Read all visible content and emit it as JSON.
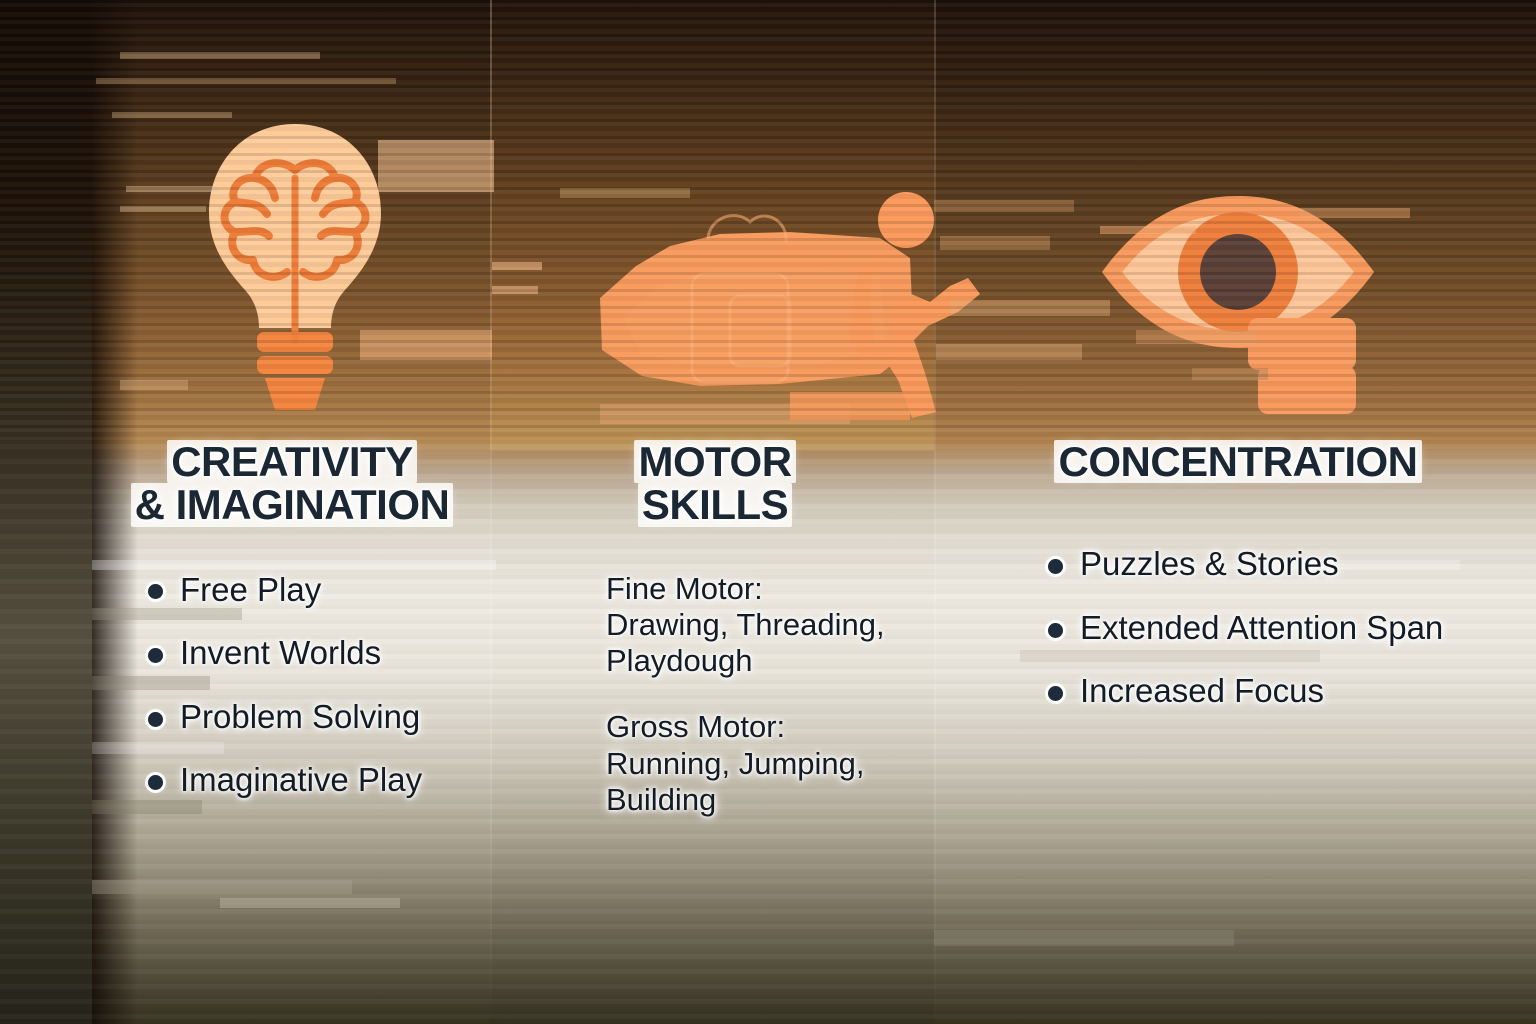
{
  "infographic": {
    "theme": {
      "accent_orange": "#f08a4b",
      "accent_orange_light": "#ffb680",
      "accent_orange_pale": "#ffd0a6",
      "text_dark": "#131c26",
      "heading_dark": "#1b2733",
      "bullet_color": "#1d2b3a",
      "pupil_brown": "#5b4038",
      "bg_top_brown": "#4a3118",
      "bg_bottom_olive": "#33301f"
    },
    "columns": [
      {
        "id": "creativity",
        "icon": "lightbulb-brain-icon",
        "heading_line1": "CREATIVITY",
        "heading_line2": "& IMAGINATION",
        "items": [
          "Free Play",
          "Invent Worlds",
          "Problem Solving",
          "Imaginative Play"
        ]
      },
      {
        "id": "motor-skills",
        "icon": "running-figure-icon",
        "heading_line1": "MOTOR",
        "heading_line2": "SKILLS",
        "groups": [
          {
            "label": "Fine Motor:",
            "value": "Drawing, Threading, Playdough"
          },
          {
            "label": "Gross Motor:",
            "value": "Running, Jumping, Building"
          }
        ]
      },
      {
        "id": "concentration",
        "icon": "eye-icon",
        "heading_line1": "CONCENTRATION",
        "heading_line2": "",
        "items": [
          "Puzzles & Stories",
          "Extended Attention Span",
          "Increased Focus"
        ]
      }
    ]
  }
}
